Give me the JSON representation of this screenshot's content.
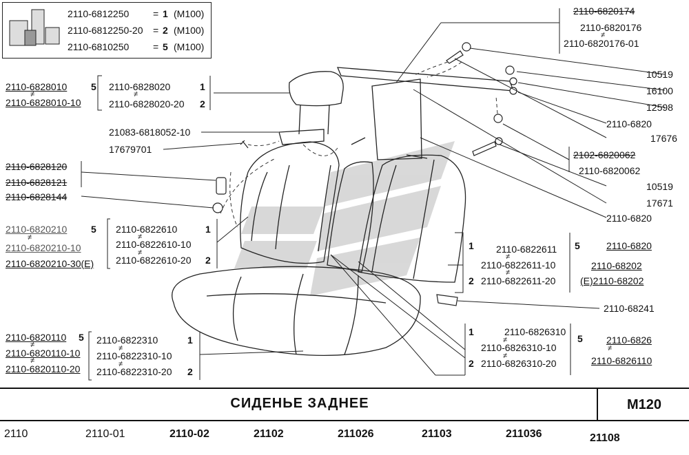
{
  "legend": {
    "rows": [
      {
        "part": "2110-6812250",
        "qty": "1",
        "ref": "(M100)"
      },
      {
        "part": "2110-6812250-20",
        "qty": "2",
        "ref": "(M100)"
      },
      {
        "part": "2110-6810250",
        "qty": "5",
        "ref": "(M100)"
      }
    ]
  },
  "left_labels": {
    "headrest_cover": [
      "2110-6828010",
      "2110-6828010-10"
    ],
    "headrest_cover_qty": "5",
    "headrest": [
      "2110-6828020",
      "2110-6828020-20"
    ],
    "headrest_qty": [
      "1",
      "2"
    ],
    "trim": "21083-6818052-10",
    "screw": "17679701",
    "guide": [
      "2110-6828120",
      "2110-6828121",
      "2110-6828144"
    ],
    "back_cover": [
      "2110-6820210",
      "2110-6820210-10",
      "2110-6820210-30(E)"
    ],
    "back_cover_qty": "5",
    "back": [
      "2110-6822610",
      "2110-6822610-10",
      "2110-6822610-20"
    ],
    "back_qty": [
      "1",
      "2"
    ],
    "cushion_cover": [
      "2110-6820110",
      "2110-6820110-10",
      "2110-6820110-20"
    ],
    "cushion_cover_qty": "5",
    "cushion": [
      "2110-6822310",
      "2110-6822310-10",
      "2110-6822310-20"
    ],
    "cushion_qty": [
      "1",
      "2"
    ]
  },
  "right_labels": {
    "top": [
      "2110-6820174",
      "2110-6820176",
      "2110-6820176-01"
    ],
    "side": [
      "10519",
      "16100",
      "12598",
      "2110-6820",
      "17676",
      "2102-6820062",
      "2110-6820062",
      "10519",
      "17671",
      "2110-6820"
    ],
    "back_r": [
      "2110-6822611",
      "2110-6822611-10",
      "2110-6822611-20"
    ],
    "back_r_qty": [
      "1",
      "2"
    ],
    "back_r_qty5": "5",
    "back_r_cover": [
      "2110-6820",
      "2110-68202",
      "(E)2110-68202"
    ],
    "clip": "2110-68241",
    "cushion_r": [
      "2110-6826310",
      "2110-6826310-10",
      "2110-6826310-20"
    ],
    "cushion_r_qty": [
      "1",
      "2"
    ],
    "cushion_r_qty5": "5",
    "cushion_r_cover": [
      "2110-6826",
      "2110-6826110"
    ]
  },
  "title": "СИДЕНЬЕ ЗАДНЕЕ",
  "code": "M120",
  "models": [
    "2110",
    "2110-01",
    "2110-02",
    "21102",
    "211026",
    "21103",
    "211036",
    "21108"
  ]
}
